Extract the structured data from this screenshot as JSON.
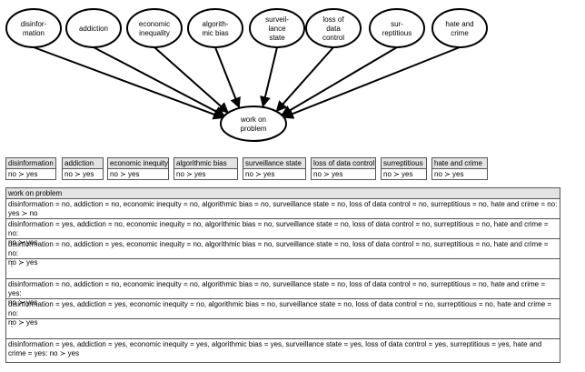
{
  "causes": [
    {
      "lines": [
        "disinfor-",
        "mation"
      ]
    },
    {
      "lines": [
        "addiction"
      ]
    },
    {
      "lines": [
        "economic",
        "inequality"
      ]
    },
    {
      "lines": [
        "algorith-",
        "mic bias"
      ]
    },
    {
      "lines": [
        "surveil-",
        "lance",
        "state"
      ]
    },
    {
      "lines": [
        "loss of",
        "data",
        "control"
      ]
    },
    {
      "lines": [
        "sur-",
        "reptitious"
      ]
    },
    {
      "lines": [
        "hate and",
        "crime"
      ]
    }
  ],
  "effect": {
    "lines": [
      "work on",
      "problem"
    ]
  },
  "variables": [
    {
      "name": "disinformation",
      "values": "no ≻ yes"
    },
    {
      "name": "addiction",
      "values": "no ≻ yes"
    },
    {
      "name": "economic inequity",
      "values": "no ≻ yes"
    },
    {
      "name": "algorithmic bias",
      "values": "no ≻ yes"
    },
    {
      "name": "surveillance state",
      "values": "no ≻ yes"
    },
    {
      "name": "loss of data control",
      "values": "no ≻ yes"
    },
    {
      "name": "surreptitious",
      "values": "no ≻ yes"
    },
    {
      "name": "hate and crime",
      "values": "no ≻ yes"
    }
  ],
  "cpt": {
    "title": "work on problem",
    "rows": [
      "disinformation = no, addiction = no, economic inequity = no, algorithmic bias = no, surveillance state = no, loss of data control = no, surreptitious = no, hate and crime = no:\nyes ≻ no",
      "disinformation = yes, addiction = no, economic inequity = no, algorithmic bias = no, surveillance state = no, loss of data control = no, surreptitious = no, hate and crime = no:\nno ≻ yes",
      "disinformation = no, addiction = yes, economic inequity = no, algorithmic bias = no, surveillance state = no, loss of data control = no, surreptitious = no, hate and crime = no:\nno ≻ yes",
      "⋮",
      "disinformation = no, addiction = no, economic inequity = no, algorithmic bias = no, surveillance state = no, loss of data control = no, surreptitious = no, hate and crime = yes:\nno ≻ yes",
      "disinformation = yes, addiction = yes, economic inequity = no, algorithmic bias = no, surveillance state = no, loss of data control = no, surreptitious = no, hate and crime = no:\nno ≻ yes",
      "⋮",
      "disinformation = yes, addiction = yes, economic inequity = yes, algorithmic bias = yes, surveillance state = yes, loss of data control = yes, surreptitious = yes, hate and crime = yes: no ≻ yes"
    ]
  }
}
